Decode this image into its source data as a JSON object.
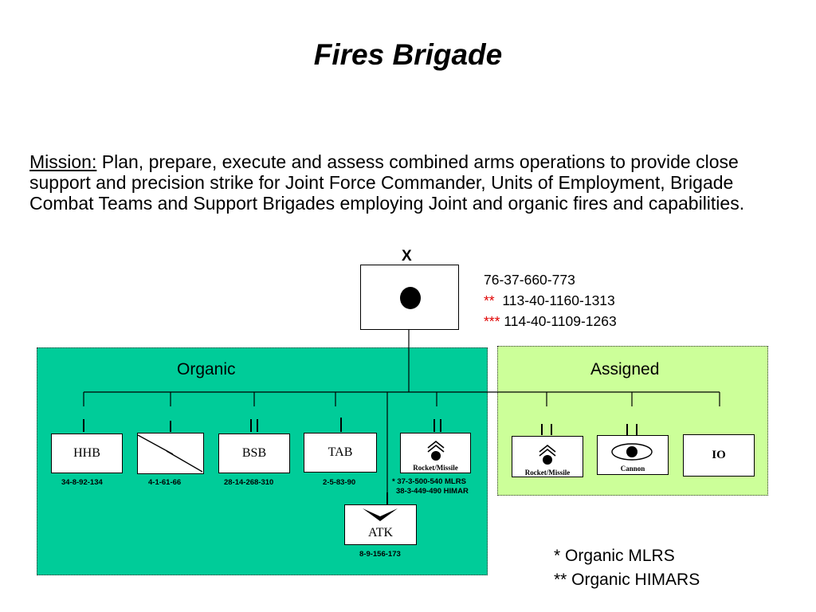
{
  "title": "Fires Brigade",
  "mission": {
    "label": "Mission:",
    "text": " Plan, prepare, execute and assess combined arms operations to provide close support and precision strike for Joint Force Commander, Units of Employment, Brigade Combat Teams and Support Brigades employing Joint and organic fires and capabilities."
  },
  "hq": {
    "echelon": "X",
    "codes": [
      {
        "prefix": "",
        "text": "76-37-660-773"
      },
      {
        "prefix": "**",
        "text": "113-40-1160-1313"
      },
      {
        "prefix": "***",
        "text": "114-40-1109-1263"
      }
    ]
  },
  "organic": {
    "title": "Organic",
    "units": [
      {
        "label": "HHB",
        "code": "34-8-92-134"
      },
      {
        "label": "",
        "code": "4-1-61-66"
      },
      {
        "label": "BSB",
        "code": "28-14-268-310"
      },
      {
        "label": "TAB",
        "code": "2-5-83-90"
      },
      {
        "label": "Rocket/Missile",
        "code": "* 37-3-500-540 MLRS",
        "code2": "38-3-449-490 HIMAR"
      },
      {
        "label": "ATK",
        "code": "8-9-156-173"
      }
    ]
  },
  "assigned": {
    "title": "Assigned",
    "units": [
      {
        "label": "Rocket/Missile"
      },
      {
        "label": "Cannon"
      },
      {
        "label": "IO"
      }
    ]
  },
  "footnotes": [
    "* Organic MLRS",
    "** Organic HIMARS"
  ]
}
